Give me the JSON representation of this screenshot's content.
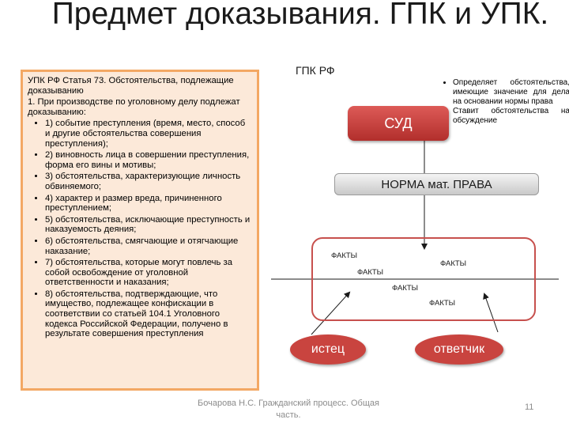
{
  "title": "Предмет доказывания. ГПК и УПК.",
  "left_panel": {
    "heading": "УПК РФ Статья 73. Обстоятельства, подлежащие доказыванию",
    "intro": "1. При производстве по уголовному делу подлежат доказыванию:",
    "items": [
      "1) событие преступления (время, место, способ и другие обстоятельства совершения преступления);",
      "2) виновность лица в совершении преступления, форма его вины и мотивы;",
      "3) обстоятельства, характеризующие личность обвиняемого;",
      "4) характер и размер вреда, причиненного преступлением;",
      "5) обстоятельства, исключающие преступность и наказуемость деяния;",
      "6) обстоятельства, смягчающие и отягчающие наказание;",
      "7) обстоятельства, которые могут повлечь за собой освобождение от уголовной ответственности и наказания;",
      "8) обстоятельства, подтверждающие, что имущество, подлежащее конфискации в соответствии со статьей 104.1 Уголовного кодекса Российской Федерации, получено в результате совершения преступления"
    ]
  },
  "diagram": {
    "subtitle": "ГПК РФ",
    "court_label": "СУД",
    "court_notes": [
      "Определяет обстоятельства, имеющие значение для дела на основании нормы права",
      "Ставит обстоятельства на обсуждение"
    ],
    "norm_label": "НОРМА мат. ПРАВА",
    "facts": [
      "ФАКТЫ",
      "ФАКТЫ",
      "ФАКТЫ",
      "ФАКТЫ",
      "ФАКТЫ"
    ],
    "plaintiff_label": "истец",
    "defendant_label": "ответчик"
  },
  "footer": {
    "author": "Бочарова Н.С. Гражданский процесс. Общая часть.",
    "page_number": "11"
  }
}
